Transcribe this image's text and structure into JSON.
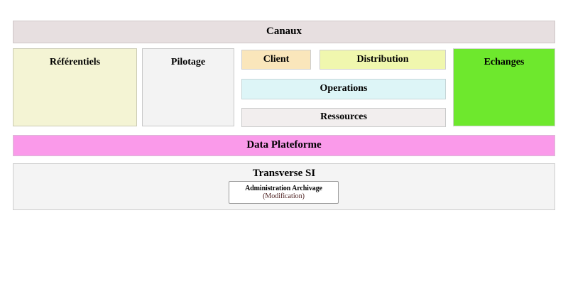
{
  "diagram": {
    "title": "Canaux",
    "banner": {
      "label": "Canaux",
      "color": "#e7dfe0"
    },
    "layers": {
      "referentiels": {
        "label": "Référentiels",
        "color": "#f4f4d4"
      },
      "pilotage": {
        "label": "Pilotage",
        "color": "#f3f3f3"
      },
      "client": {
        "label": "Client",
        "color": "#fae6bb"
      },
      "distribution": {
        "label": "Distribution",
        "color": "#f0f7ae"
      },
      "operations": {
        "label": "Operations",
        "color": "#ddf5f7"
      },
      "ressources": {
        "label": "Ressources",
        "color": "#f2eeee"
      },
      "echanges": {
        "label": "Echanges",
        "color": "#6ee82d"
      }
    },
    "data_plateforme": {
      "label": "Data Plateforme",
      "color": "#fa9aea"
    },
    "transverse_si": {
      "label": "Transverse SI",
      "color": "#f4f4f4",
      "items": [
        {
          "title": "Administration Archivage",
          "subtitle": "(Modification)",
          "color": "#ffffff"
        }
      ]
    }
  }
}
